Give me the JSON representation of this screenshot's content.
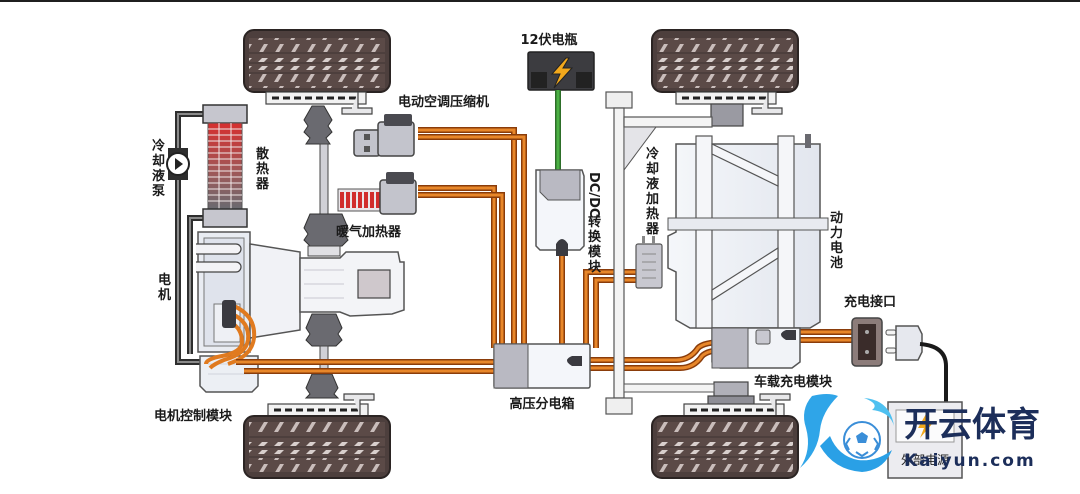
{
  "diagram": {
    "title": "电动汽车高压系统结构示意图",
    "labels": {
      "battery_12v": "12伏电瓶",
      "ac_compressor": "电动空调压缩机",
      "coolant_pump": "冷却液泵",
      "radiator": "散热器",
      "heater": "暖气加热器",
      "motor": "电机",
      "motor_controller": "电机控制模块",
      "dcdc_converter": "DC/DC转换模块",
      "coolant_heater": "冷却液加热器",
      "power_battery": "动力电池",
      "hv_distribution_box": "高压分电箱",
      "charge_port": "充电接口",
      "onboard_charger": "车载充电模块",
      "external_power": "外部电源"
    },
    "vertical_labels": {
      "coolant_pump": [
        "冷",
        "却",
        "液",
        "泵"
      ],
      "radiator": [
        "散",
        "热",
        "器"
      ],
      "motor": [
        "电",
        "机"
      ],
      "dcdc_converter": [
        "DC/DC",
        "转",
        "换",
        "模",
        "块"
      ],
      "coolant_heater": [
        "冷",
        "却",
        "液",
        "加",
        "热",
        "器"
      ],
      "power_battery": [
        "动",
        "力",
        "电",
        "池"
      ]
    },
    "colors": {
      "hv_cable": "#e07a1f",
      "hv_cable_dark": "#8a3c0a",
      "lv_cable": "#3f9a3a",
      "coolant_pipe": "#3a3a3a",
      "tire": "#5a4a48",
      "component_grey": "#b8b8c0",
      "component_light": "#eef1f6",
      "radiator_hot": "#d23a3a",
      "lightning": "#f2a81c"
    }
  },
  "watermark": {
    "brand_cn": "开云体育",
    "brand_en": "Kaiyun.com"
  }
}
